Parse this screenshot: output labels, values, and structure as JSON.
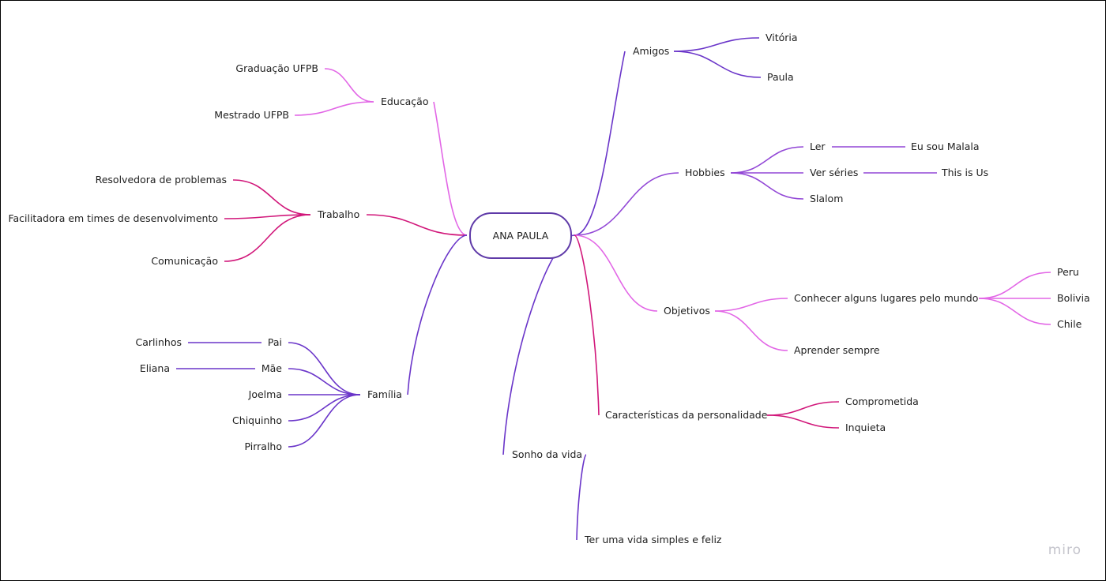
{
  "colors": {
    "purple": "#6a35c9",
    "pink": "#e266e6",
    "magenta": "#d1177a",
    "violet": "#9247d6"
  },
  "center": "ANA PAULA",
  "nodes": {
    "educacao": "Educação",
    "graduacao": "Graduação UFPB",
    "mestrado": "Mestrado UFPB",
    "trabalho": "Trabalho",
    "resolvedora": "Resolvedora de problemas",
    "facilitadora": "Facilitadora em times de desenvolvimento",
    "comunicacao": "Comunicação",
    "familia": "Família",
    "pai": "Pai",
    "mae": "Mãe",
    "joelma": "Joelma",
    "chiquinho": "Chiquinho",
    "pirralho": "Pirralho",
    "carlinhos": "Carlinhos",
    "eliana": "Eliana",
    "amigos": "Amigos",
    "vitoria": "Vitória",
    "paula": "Paula",
    "hobbies": "Hobbies",
    "ler": "Ler",
    "malala": "Eu sou Malala",
    "series": "Ver séries",
    "thisisus": "This is Us",
    "slalom": "Slalom",
    "objetivos": "Objetivos",
    "conhecer": "Conhecer alguns lugares pelo mundo",
    "aprender": "Aprender sempre",
    "peru": "Peru",
    "bolivia": "Bolivia",
    "chile": "Chile",
    "caracteristicas": "Características da personalidade",
    "comprometida": "Comprometida",
    "inquieta": "Inquieta",
    "sonho": "Sonho da vida",
    "vida": "Ter uma vida simples e feliz"
  },
  "logo": "miro"
}
